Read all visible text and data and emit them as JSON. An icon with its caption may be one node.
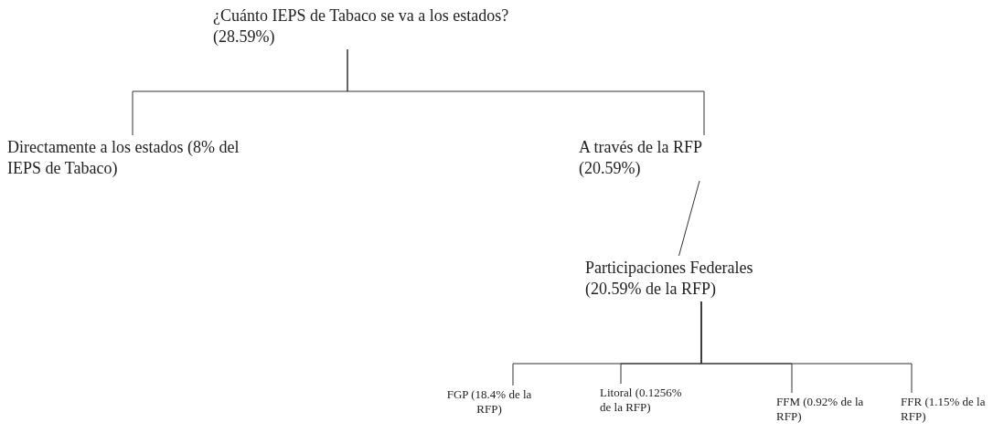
{
  "diagram": {
    "nodes": [
      {
        "text": [
          "¿Cuánto IEPS de Tabaco se va a los estados? (28.59%)"
        ]
      },
      {
        "text": [
          "Directamente a los estados (8% del IEPS de Tabaco)"
        ]
      },
      {
        "text": [
          "A través de la RFP (20.59%)"
        ]
      },
      {
        "text": [
          "Participaciones Federales (20.59% de la RFP)"
        ]
      },
      {
        "text": [
          "FGP (18.4% de la RFP)"
        ]
      },
      {
        "text": [
          "Litoral (0.1256% de la RFP)"
        ]
      },
      {
        "text": [
          "FFM (0.92% de la RFP)"
        ]
      },
      {
        "text": [
          "FFR (1.15% de la RFP)"
        ]
      }
    ],
    "edges": [
      {
        "from": 0,
        "to": 1,
        "arrow": "none"
      },
      {
        "from": 0,
        "to": 2,
        "arrow": "none"
      },
      {
        "from": 2,
        "to": 3,
        "arrow": "none"
      },
      {
        "from": 3,
        "to": 4,
        "arrow": "none"
      },
      {
        "from": 3,
        "to": 5,
        "arrow": "none"
      },
      {
        "from": 3,
        "to": 6,
        "arrow": "none"
      },
      {
        "from": 3,
        "to": 7,
        "arrow": "none"
      }
    ]
  }
}
